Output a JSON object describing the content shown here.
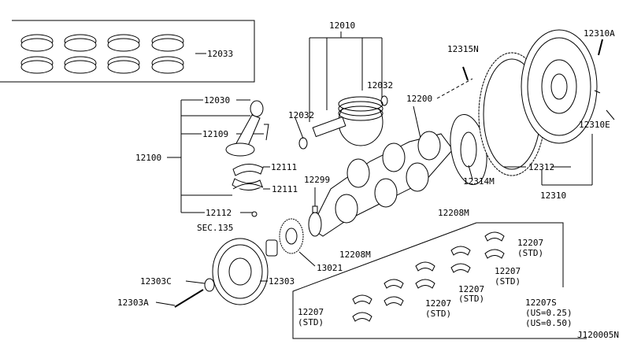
{
  "diagram": {
    "labels": {
      "rings": "12033",
      "piston": "12010",
      "pin_clip_right": "12032",
      "pin_clip_left": "12032",
      "flywheel_bolt": "12315N",
      "drive_plate_bolt": "12310A",
      "pilot_bushing": "12310E",
      "rod_bushing": "12030",
      "rod_bolt": "12109",
      "rod_assembly": "12100",
      "rod_bearing_upper": "12111",
      "rod_bearing_lower": "12111",
      "rod_nut": "12112",
      "crankshaft": "12200",
      "key": "12299",
      "sec_ref": "SEC.135",
      "signal_plate": "12314M",
      "ring_gear": "12312",
      "flywheel": "12310",
      "thrust_upper": "12208M",
      "thrust_lower": "12208M",
      "sprocket": "13021",
      "pulley_washer": "12303C",
      "pulley": "12303",
      "pulley_bolt": "12303A",
      "main_bearing_1": "12207",
      "main_bearing_1_std": "(STD)",
      "main_bearing_2": "12207",
      "main_bearing_2_std": "(STD)",
      "main_bearing_3": "12207",
      "main_bearing_3_std": "(STD)",
      "main_bearing_4": "12207",
      "main_bearing_4_std": "(STD)",
      "main_bearing_5": "12207",
      "main_bearing_5_std": "(STD)",
      "main_bearing_set": "12207S",
      "undersize_1": "(US=0.25)",
      "undersize_2": "(US=0.50)",
      "diagram_code": "J120005N"
    }
  }
}
